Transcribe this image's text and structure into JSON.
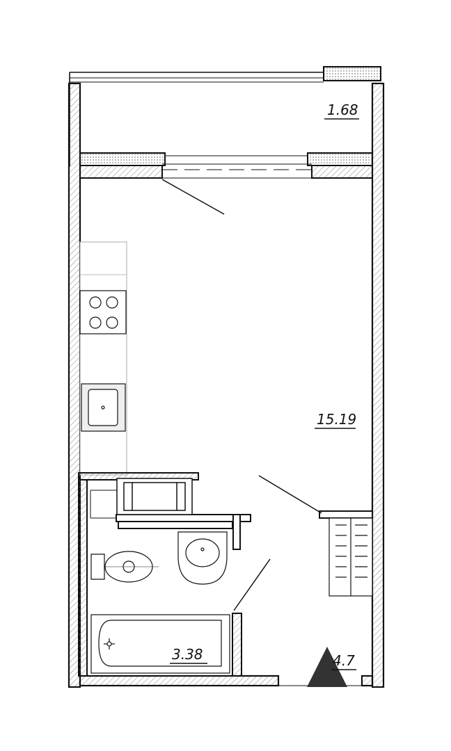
{
  "rooms": {
    "balcony": {
      "area": "1.68"
    },
    "living": {
      "area": "15.19"
    },
    "bathroom": {
      "area": "3.38"
    },
    "hall": {
      "area": "4.7"
    }
  },
  "icons": {
    "north_marker": "triangle-icon",
    "stove": "stove-icon",
    "sink": "kitchen-sink-icon",
    "washbasin": "washbasin-icon",
    "toilet": "toilet-icon",
    "bathtub": "bathtub-icon",
    "wardrobe": "wardrobe-icon"
  },
  "colors": {
    "line": "#111111",
    "hatch": "#888888",
    "cabinet": "#dddddd"
  }
}
